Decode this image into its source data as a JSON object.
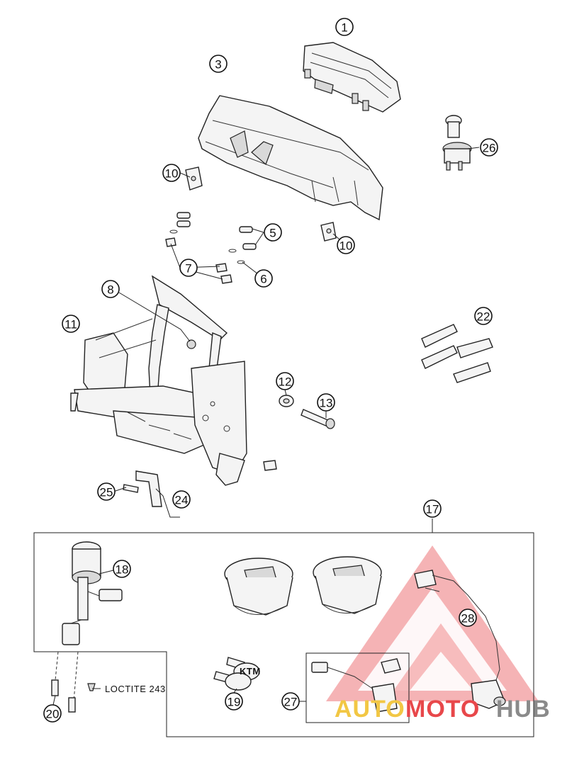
{
  "callouts": [
    {
      "id": "c1",
      "label": "1"
    },
    {
      "id": "c3",
      "label": "3"
    },
    {
      "id": "c26",
      "label": "26"
    },
    {
      "id": "c10a",
      "label": "10"
    },
    {
      "id": "c10b",
      "label": "10"
    },
    {
      "id": "c5",
      "label": "5"
    },
    {
      "id": "c7",
      "label": "7"
    },
    {
      "id": "c6",
      "label": "6"
    },
    {
      "id": "c8",
      "label": "8"
    },
    {
      "id": "c11",
      "label": "11"
    },
    {
      "id": "c22",
      "label": "22"
    },
    {
      "id": "c12",
      "label": "12"
    },
    {
      "id": "c13",
      "label": "13"
    },
    {
      "id": "c25",
      "label": "25"
    },
    {
      "id": "c24",
      "label": "24"
    },
    {
      "id": "c17",
      "label": "17"
    },
    {
      "id": "c18",
      "label": "18"
    },
    {
      "id": "c28",
      "label": "28"
    },
    {
      "id": "c19",
      "label": "19"
    },
    {
      "id": "c27",
      "label": "27"
    },
    {
      "id": "c20",
      "label": "20"
    }
  ],
  "note": {
    "loctite": "LOCTITE 243"
  },
  "key_tag": {
    "text": "KTM"
  },
  "watermark": {
    "part1": "AUTO",
    "part2": "MOTO",
    "part3": "HUB",
    "colors": {
      "auto": "#f2c744",
      "moto": "#e8474a",
      "hub": "#8a8a8a",
      "logo": "#e8474a"
    }
  }
}
